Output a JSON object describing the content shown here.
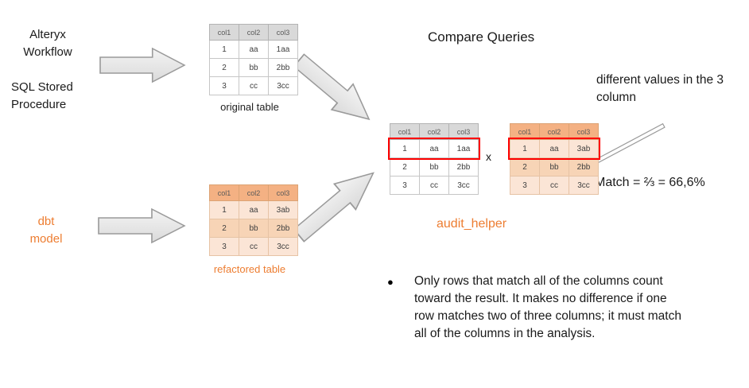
{
  "title": "Compare Queries",
  "sources": {
    "alteryx": "Alteryx\nWorkflow",
    "sql": "SQL Stored\nProcedure",
    "dbt": "dbt\nmodel"
  },
  "tables": {
    "original": {
      "caption": "original table",
      "headers": [
        "col1",
        "col2",
        "col3"
      ],
      "rows": [
        [
          "1",
          "aa",
          "1aa"
        ],
        [
          "2",
          "bb",
          "2bb"
        ],
        [
          "3",
          "cc",
          "3cc"
        ]
      ]
    },
    "refactored": {
      "caption": "refactored table",
      "headers": [
        "col1",
        "col2",
        "col3"
      ],
      "rows": [
        [
          "1",
          "aa",
          "3ab"
        ],
        [
          "2",
          "bb",
          "2bb"
        ],
        [
          "3",
          "cc",
          "3cc"
        ]
      ]
    },
    "compare_original": {
      "headers": [
        "col1",
        "col2",
        "col3"
      ],
      "rows": [
        [
          "1",
          "aa",
          "1aa"
        ],
        [
          "2",
          "bb",
          "2bb"
        ],
        [
          "3",
          "cc",
          "3cc"
        ]
      ]
    },
    "compare_refactored": {
      "headers": [
        "col1",
        "col2",
        "col3"
      ],
      "rows": [
        [
          "1",
          "aa",
          "3ab"
        ],
        [
          "2",
          "bb",
          "2bb"
        ],
        [
          "3",
          "cc",
          "3cc"
        ]
      ]
    }
  },
  "annotations": {
    "different_values": "different values in the 3 column",
    "x_separator": "x",
    "match": "Match = ⅔ = 66,6%",
    "audit_helper": "audit_helper",
    "bullet": "Only rows that match all of the columns count toward the result. It makes no difference if one row matches two of three columns; it must match all of the columns in the analysis."
  },
  "colors": {
    "orange_text": "#ed7d31",
    "orange_header": "#f4b183",
    "orange_cell": "#fbe5d6",
    "gray_header": "#d9d9d9",
    "highlight_red": "#fe0000"
  }
}
